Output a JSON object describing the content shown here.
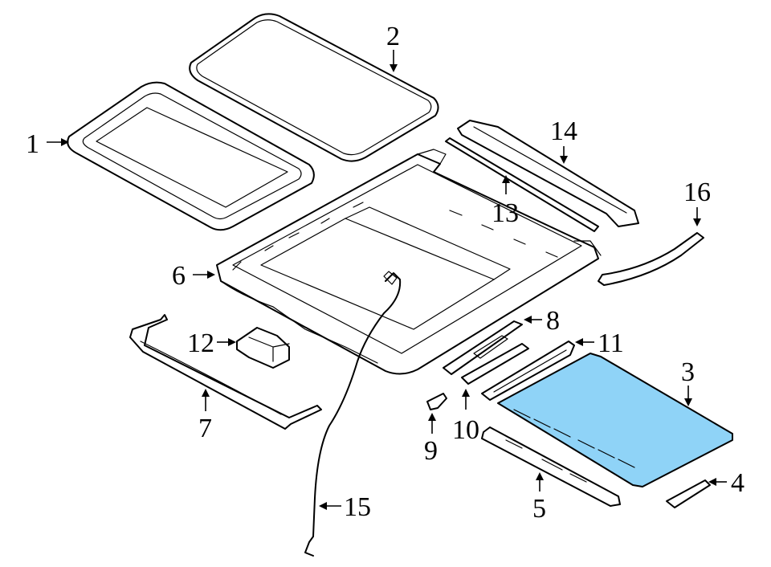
{
  "diagram": {
    "highlight_color": "#8fd3f7",
    "line_color": "#000000",
    "background": "#ffffff",
    "callouts": [
      {
        "id": "1",
        "label": "1"
      },
      {
        "id": "2",
        "label": "2"
      },
      {
        "id": "3",
        "label": "3"
      },
      {
        "id": "4",
        "label": "4"
      },
      {
        "id": "5",
        "label": "5"
      },
      {
        "id": "6",
        "label": "6"
      },
      {
        "id": "7",
        "label": "7"
      },
      {
        "id": "8",
        "label": "8"
      },
      {
        "id": "9",
        "label": "9"
      },
      {
        "id": "10",
        "label": "10"
      },
      {
        "id": "11",
        "label": "11"
      },
      {
        "id": "12",
        "label": "12"
      },
      {
        "id": "13",
        "label": "13"
      },
      {
        "id": "14",
        "label": "14"
      },
      {
        "id": "15",
        "label": "15"
      },
      {
        "id": "16",
        "label": "16"
      }
    ]
  }
}
